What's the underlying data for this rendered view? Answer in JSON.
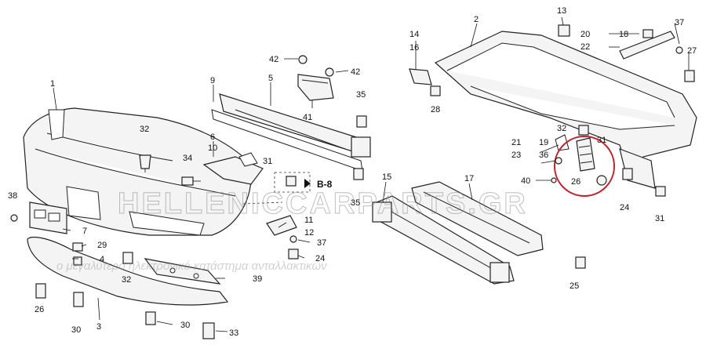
{
  "callouts": {
    "c1": "1",
    "c2": "2",
    "c3": "3",
    "c4": "4",
    "c5": "5",
    "c6": "6",
    "c7": "7",
    "c9": "9",
    "c10": "10",
    "c11": "11",
    "c12": "12",
    "c13": "13",
    "c14": "14",
    "c15": "15",
    "c16": "16",
    "c17": "17",
    "c18": "18",
    "c19": "19",
    "c20": "20",
    "c21": "21",
    "c22": "22",
    "c23": "23",
    "c24a": "24",
    "c24b": "24",
    "c25": "25",
    "c26a": "26",
    "c26b": "26",
    "c27": "27",
    "c28": "28",
    "c29": "29",
    "c30a": "30",
    "c30b": "30",
    "c31a": "31",
    "c31b": "31",
    "c31c": "31",
    "c32a": "32",
    "c32b": "32",
    "c32c": "32",
    "c33": "33",
    "c34": "34",
    "c35a": "35",
    "c35b": "35",
    "c36": "36",
    "c37a": "37",
    "c37b": "37",
    "c38": "38",
    "c39": "39",
    "c40": "40",
    "c41": "41",
    "c42a": "42",
    "c42b": "42"
  },
  "reference": "B-8",
  "watermark": {
    "brand": "HELLENICCARPARTS.GR",
    "tagline": "ο μεγαλύτερο ηλεκτρονικό κατάστημα ανταλλακτικών"
  },
  "highlight_color": "#c8202a"
}
